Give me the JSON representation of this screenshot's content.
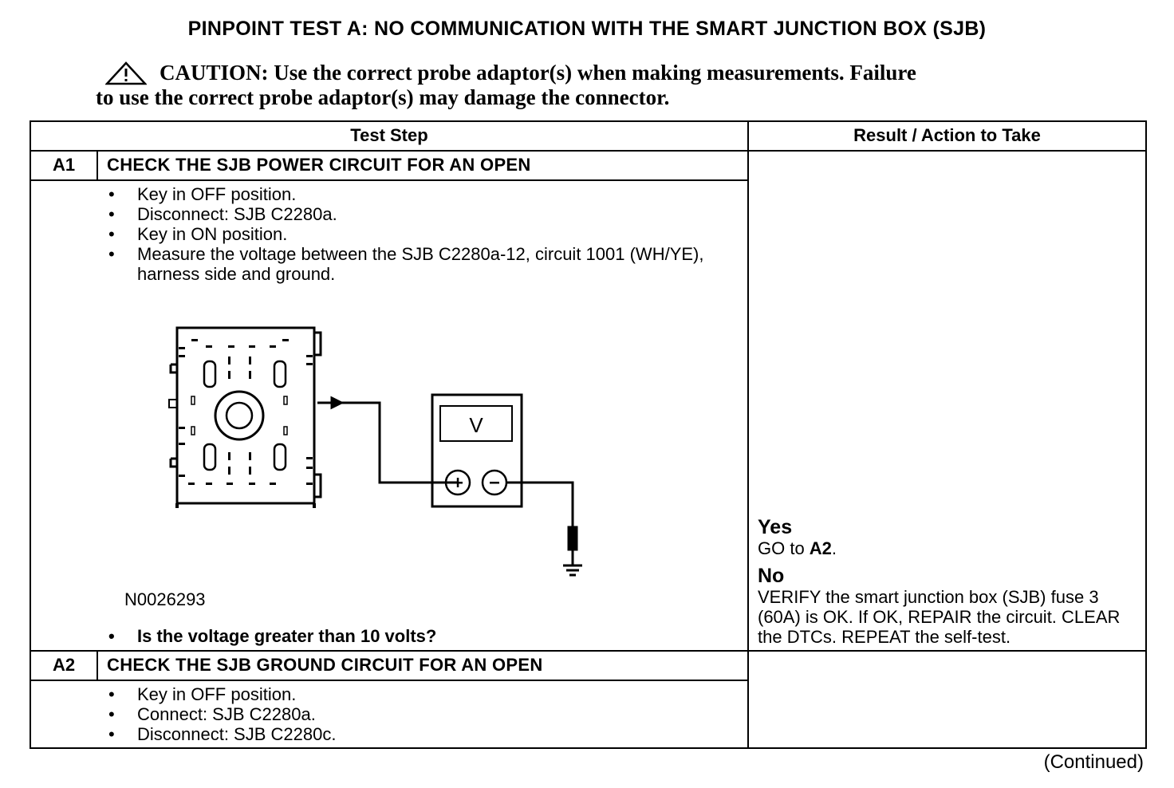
{
  "title": "PINPOINT TEST A: NO COMMUNICATION WITH THE SMART JUNCTION BOX (SJB)",
  "caution": {
    "icon": "warning-triangle-icon",
    "line1": "CAUTION: Use the correct probe adaptor(s) when making measurements. Failure",
    "line2": "to use the correct probe adaptor(s) may damage the connector."
  },
  "table": {
    "header_step": "Test Step",
    "header_result": "Result / Action to Take",
    "steps": [
      {
        "id": "A1",
        "title": "CHECK THE SJB POWER CIRCUIT FOR AN OPEN",
        "bullets": [
          "Key in OFF position.",
          "Disconnect: SJB C2280a.",
          "Key in ON position.",
          "Measure the voltage between the SJB C2280a-12, circuit 1001 (WH/YE), harness side and ground."
        ],
        "figure_id": "N0026293",
        "meter_label": "V",
        "question": "Is the voltage greater than 10 volts?",
        "yes_label": "Yes",
        "yes_text_pre": "GO to ",
        "yes_target": "A2",
        "yes_text_post": ".",
        "no_label": "No",
        "no_text": "VERIFY the smart junction box (SJB) fuse 3 (60A) is OK. If OK, REPAIR the circuit. CLEAR the DTCs. REPEAT the self-test."
      },
      {
        "id": "A2",
        "title": "CHECK THE SJB GROUND CIRCUIT FOR AN OPEN",
        "bullets": [
          "Key in OFF position.",
          "Connect: SJB C2280a.",
          "Disconnect: SJB C2280c."
        ]
      }
    ]
  },
  "continued": "(Continued)"
}
